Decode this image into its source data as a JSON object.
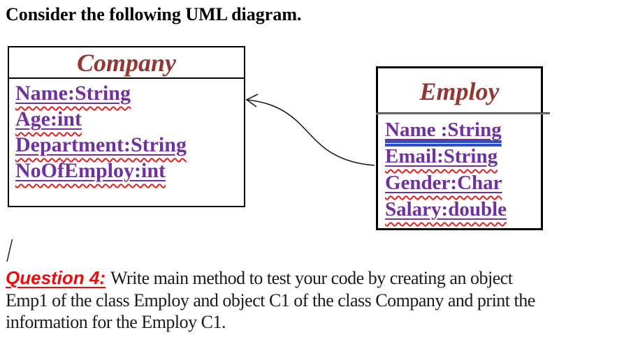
{
  "heading": "Consider the following UML diagram.",
  "uml": {
    "company": {
      "title": "Company",
      "attributes": [
        {
          "text": "Name:String"
        },
        {
          "text": "Age:int"
        },
        {
          "text": "Department:String"
        },
        {
          "text": "NoOfEmploy:int"
        }
      ]
    },
    "employ": {
      "title": "Employ",
      "attributes": [
        {
          "text": "Name :String"
        },
        {
          "text": "Email:String"
        },
        {
          "text": "Gender:Char"
        },
        {
          "text": "Salary:double"
        }
      ]
    },
    "stray_mark": "/"
  },
  "question": {
    "label": "Question 4:",
    "lines": [
      "Write main method to test your code by creating an object",
      "Emp1 of the class Employ and object C1 of the class Company and print the",
      "information for the Employ C1."
    ]
  },
  "colors": {
    "class_title_maroon": "#943634",
    "attribute_purple": "#7030A0",
    "spellcheck_red": "#e02020",
    "grammar_blue": "#2b50c6",
    "question_label_red": "#f10a0a",
    "body_text": "#1a1a1a"
  }
}
